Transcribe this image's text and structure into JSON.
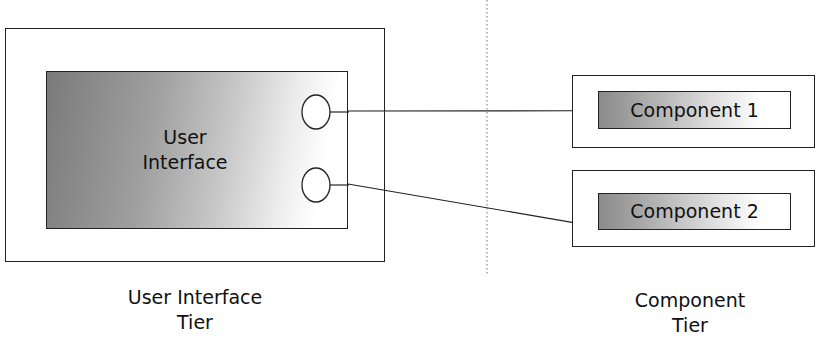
{
  "diagram": {
    "nodes": [
      {
        "text": [
          "User Interface Tier"
        ]
      },
      {
        "text": [
          "User Interface"
        ],
        "in": 0
      },
      {
        "text": [
          "Component 1"
        ]
      },
      {
        "text": [
          "Component 2"
        ]
      }
    ],
    "edges": [
      {
        "from": 1,
        "to": 2,
        "arrow": "none"
      },
      {
        "from": 1,
        "to": 3,
        "arrow": "none"
      }
    ],
    "labels": [
      "Component Tier"
    ]
  }
}
